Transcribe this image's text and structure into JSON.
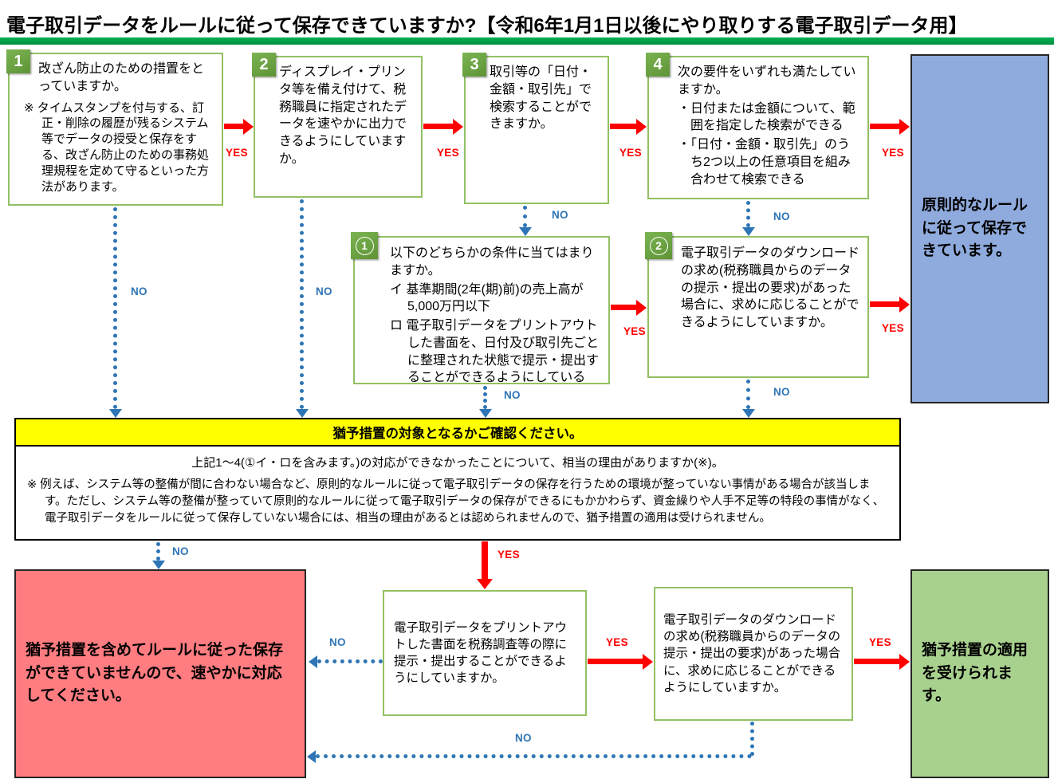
{
  "title": "電子取引データをルールに従って保存できていますか?【令和6年1月1日以後にやり取りする電子取引データ用】",
  "labels": {
    "yes": "YES",
    "no": "NO"
  },
  "steps": [
    {
      "number": "1",
      "text": "改ざん防止のための措置をとっていますか。",
      "note": "※ タイムスタンプを付与する、訂正・削除の履歴が残るシステム等でデータの授受と保存をする、改ざん防止のための事務処理規程を定めて守るといった方法があります。"
    },
    {
      "number": "2",
      "text": "ディスプレイ・プリンタ等を備え付けて、税務職員に指定されたデータを速やかに出力できるようにしていますか。"
    },
    {
      "number": "3",
      "text": "取引等の「日付・金額・取引先」で検索することができますか。"
    },
    {
      "number": "4",
      "text": "次の要件をいずれも満たしていますか。",
      "bullet1": "・日付または金額について、範囲を指定した検索ができる",
      "bullet2": "・「日付・金額・取引先」のうち2つ以上の任意項目を組み合わせて検索できる"
    }
  ],
  "subs": [
    {
      "number": "1",
      "text": "以下のどちらかの条件に当てはまりますか。",
      "item1": "イ 基準期間(2年(期)前)の売上高が5,000万円以下",
      "item2": "ロ 電子取引データをプリントアウトした書面を、日付及び取引先ごとに整理された状態で提示・提出することができるようにしている"
    },
    {
      "number": "2",
      "text": "電子取引データのダウンロードの求め(税務職員からのデータの提示・提出の要求)があった場合に、求めに応じることができるようにしていますか。"
    }
  ],
  "principle": {
    "text": "原則的なルールに従って保存できています。"
  },
  "banner": {
    "text": "猶予措置の対象となるかご確認ください。"
  },
  "question": {
    "text": "上記1〜4(①イ・ロを含みます。)の対応ができなかったことについて、相当の理由がありますか(※)。",
    "note": "※ 例えば、システム等の整備が間に合わない場合など、原則的なルールに従って電子取引データの保存を行うための環境が整っていない事情がある場合が該当します。ただし、システム等の整備が整っていて原則的なルールに従って電子取引データの保存ができるにもかかわらず、資金繰りや人手不足等の特段の事情がなく、電子取引データをルールに従って保存していない場合には、相当の理由があるとは認められませんので、猶予措置の適用は受けられません。"
  },
  "fail": {
    "text": "猶予措置を含めてルールに従った保存ができていませんので、速やかに対応してください。"
  },
  "print_check": {
    "text": "電子取引データをプリントアウトした書面を税務調査等の際に提示・提出することができるようにしていますか。"
  },
  "download_check": {
    "text": "電子取引データのダウンロードの求め(税務職員からのデータの提示・提出の要求)があった場合に、求めに応じることができるようにしていますか。"
  },
  "grace": {
    "text": "猶予措置の適用を受けられます。"
  },
  "colors": {
    "title_bar_green": "#00B050",
    "box_border_green": "#93C063",
    "tab_green": "#70AD47",
    "arrow_red": "#FF0000",
    "arrow_blue": "#2E75B6",
    "principle_box_blue": "#8FAADC",
    "grace_box_green": "#A9D18E",
    "fail_box_red": "#FF7C80",
    "banner_yellow": "#FFFF00"
  }
}
